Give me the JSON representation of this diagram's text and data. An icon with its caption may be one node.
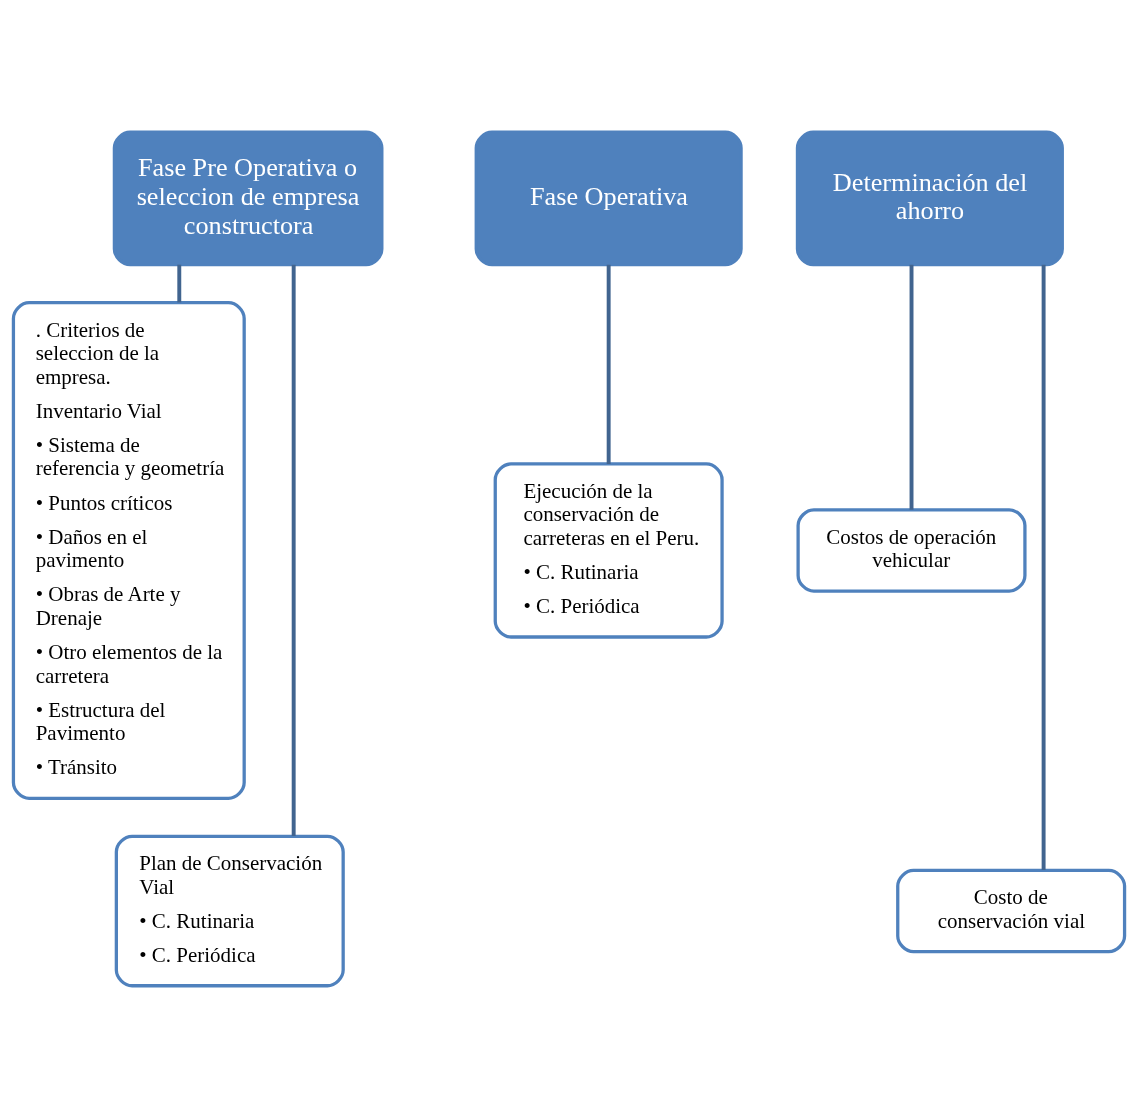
{
  "diagram": {
    "nodes": [
      {
        "text": [
          "Fase Pre Operativa o seleccion de empresa constructora"
        ]
      },
      {
        "text": [
          ". Criterios de seleccion de la empresa.",
          "Inventario Vial",
          "• Sistema de referencia y geometría",
          "• Puntos críticos",
          "• Daños en el pavimento",
          "• Obras de Arte y Drenaje",
          "• Otro elementos de la carretera",
          "• Estructura del Pavimento",
          "• Tránsito"
        ]
      },
      {
        "text": [
          "Plan de Conservación Vial",
          "• C. Rutinaria",
          "• C. Periódica"
        ]
      },
      {
        "text": [
          "Fase Operativa"
        ]
      },
      {
        "text": [
          "Ejecución de la conservación de carreteras en el Peru.",
          "• C. Rutinaria",
          "• C. Periódica"
        ]
      },
      {
        "text": [
          "Determinación del ahorro"
        ]
      },
      {
        "text": [
          "Costos de operación vehicular"
        ]
      },
      {
        "text": [
          "Costo de conservación vial"
        ]
      }
    ],
    "edges": [
      {
        "from": 0,
        "to": 1,
        "arrow": "none"
      },
      {
        "from": 0,
        "to": 2,
        "arrow": "none"
      },
      {
        "from": 3,
        "to": 4,
        "arrow": "none"
      },
      {
        "from": 5,
        "to": 6,
        "arrow": "none"
      },
      {
        "from": 5,
        "to": 7,
        "arrow": "none"
      }
    ]
  }
}
